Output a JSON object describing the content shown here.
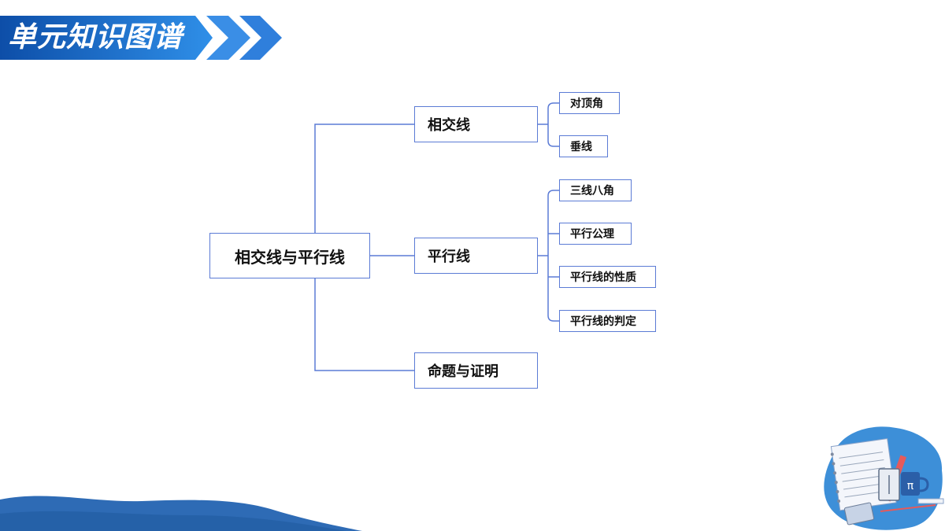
{
  "header": {
    "title": "单元知识图谱"
  },
  "mindmap": {
    "root": "相交线与平行线",
    "branches": [
      {
        "label": "相交线",
        "children": [
          "对顶角",
          "垂线"
        ]
      },
      {
        "label": "平行线",
        "children": [
          "三线八角",
          "平行公理",
          "平行线的性质",
          "平行线的判定"
        ]
      },
      {
        "label": "命题与证明",
        "children": []
      }
    ]
  },
  "colors": {
    "accent": "#1f6fd6",
    "line": "#5b7bd5",
    "wave": "#2e6bb5",
    "deco_blob": "#3d8fd8"
  },
  "decoration": {
    "cup_symbol": "π"
  }
}
